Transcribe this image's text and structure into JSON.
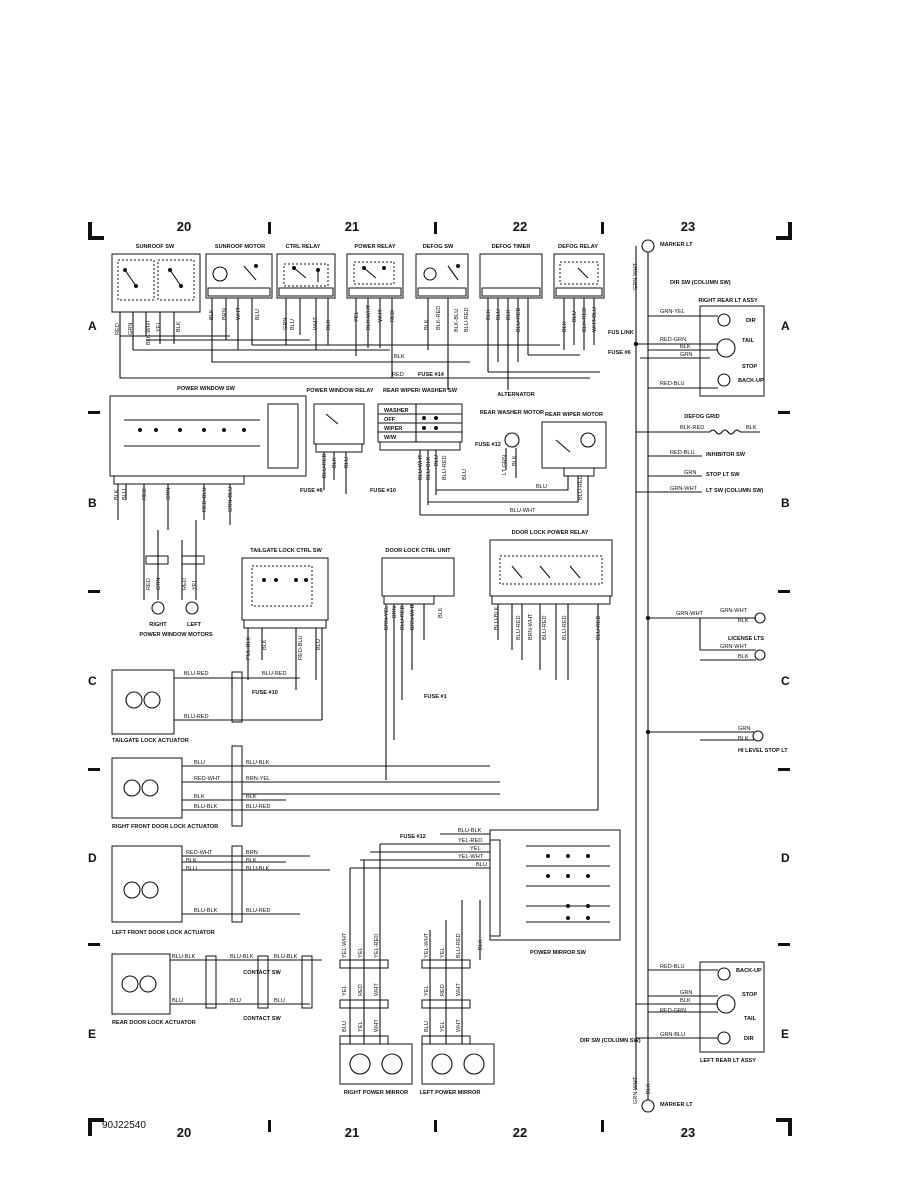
{
  "grid": {
    "columns_top": [
      "20",
      "21",
      "22",
      "23"
    ],
    "columns_bottom": [
      "20",
      "21",
      "22",
      "23"
    ],
    "rows_left": [
      "A",
      "B",
      "C",
      "D",
      "E"
    ],
    "rows_right": [
      "A",
      "B",
      "C",
      "D",
      "E"
    ]
  },
  "figure_id": "90J22540",
  "components": {
    "sunroof_sw": "SUNROOF SW",
    "sunroof_motor": "SUNROOF MOTOR",
    "ctrl_relay": "CTRL RELAY",
    "power_relay": "POWER RELAY",
    "defog_sw": "DEFOG SW",
    "defog_timer": "DEFOG TIMER",
    "defog_relay": "DEFOG RELAY",
    "marker_lt_top": "MARKER LT",
    "dir_sw_top": "DIR SW (COLUMN SW)",
    "right_rear_lt_assy": "RIGHT REAR LT ASSY",
    "fus_link": "FUS LINK",
    "fuse_6_top": "FUSE #6",
    "fuse_14": "FUSE #14",
    "alternator": "ALTERNATOR",
    "power_window_sw": "POWER WINDOW SW",
    "power_window_relay": "POWER WINDOW RELAY",
    "rear_wiper_washer_sw": "REAR WIPER/ WASHER SW",
    "rear_washer_motor": "REAR WASHER MOTOR",
    "rear_wiper_motor": "REAR WIPER MOTOR",
    "fuse_12_b": "FUSE #12",
    "fuse_6_b": "FUSE #6",
    "fuse_10_b": "FUSE #10",
    "defog_grid": "DEFOG GRID",
    "inhibitor_sw": "INHIBITOR SW",
    "stop_lt_sw": "STOP LT SW",
    "lt_sw": "LT SW (COLUMN SW)",
    "power_window_motors": "POWER WINDOW MOTORS",
    "right": "RIGHT",
    "left": "LEFT",
    "tailgate_lock_ctrl_sw": "TAILGATE LOCK CTRL SW",
    "door_lock_ctrl_unit": "DOOR LOCK CTRL UNIT",
    "door_lock_power_relay": "DOOR LOCK POWER RELAY",
    "license_lts": "LICENSE LTS",
    "tailgate_lock_actuator": "TAILGATE LOCK ACTUATOR",
    "fuse_10_c": "FUSE #10",
    "fuse_1": "FUSE #1",
    "hi_level_stop_lt": "HI LEVEL STOP LT",
    "right_front_door_lock_actuator": "RIGHT FRONT DOOR LOCK ACTUATOR",
    "left_front_door_lock_actuator": "LEFT FRONT DOOR LOCK ACTUATOR",
    "fuse_12_d": "FUSE #12",
    "power_mirror_sw": "POWER MIRROR SW",
    "rear_door_lock_actuator": "REAR DOOR LOCK ACTUATOR",
    "contact_sw_1": "CONTACT SW",
    "contact_sw_2": "CONTACT SW",
    "left_rear_lt_assy": "LEFT REAR LT ASSY",
    "dir_sw_bottom": "DIR SW (COLUMN SW)",
    "marker_lt_bottom": "MARKER LT",
    "right_power_mirror": "RIGHT POWER MIRROR",
    "left_power_mirror": "LEFT POWER MIRROR"
  },
  "washer_sw_positions": [
    "WASHER",
    "OFF",
    "WIPER",
    "W/W"
  ],
  "lamp_labels_top": [
    "DIR",
    "TAIL",
    "STOP",
    "BACK-UP"
  ],
  "lamp_labels_bottom": [
    "BACK-UP",
    "STOP",
    "TAIL",
    "DIR"
  ],
  "wires": {
    "sunroof": [
      "RED",
      "GRN",
      "BLK-WHT",
      "YEL",
      "BLK"
    ],
    "motor": [
      "BLK",
      "BRN",
      "WHT",
      "BLU"
    ],
    "ctrl": [
      "GRN",
      "BLU",
      "WHT",
      "BLK"
    ],
    "power": [
      "YEL",
      "BLK-WHT",
      "WHT",
      "RED"
    ],
    "defog_sw": [
      "BLK",
      "BLK-RED"
    ],
    "timer": [
      "BLK-BLU",
      "BLU-RED",
      "BLK",
      "BLU",
      "BLK",
      "BLU-RED"
    ],
    "defog_relay": [
      "BLK",
      "BLU",
      "BLK-RED",
      "WHT-BLU"
    ],
    "red_blk": [
      "RED",
      "BLK"
    ],
    "rear_lt_top": [
      "GRN-YEL",
      "RED-GRN",
      "BLK",
      "GRN",
      "RED-BLU"
    ],
    "grn_wht_vert": "GRN-WHT",
    "pw_sw": [
      "BLK",
      "BLU",
      "RED",
      "GRN",
      "RED-BLU",
      "GRN-BLU"
    ],
    "pw_relay": [
      "BLU-RED",
      "BLK",
      "BLU"
    ],
    "wiper": [
      "BLU-WHT",
      "BLU-BLK",
      "BLU",
      "BLU-RED",
      "BLU",
      "LT GRN",
      "BLK"
    ],
    "rear_wiper_motor": [
      "BLU",
      "BLU-RED",
      "BLU-WHT"
    ],
    "defog_grid": [
      "BLK-RED",
      "BLK"
    ],
    "inhibitor": "RED-BLU",
    "stop": "GRN",
    "ltsw": "GRN-WHT",
    "motor_conn": [
      "RED",
      "GRN",
      "RED",
      "YEL"
    ],
    "tailgate_sw": [
      "PUL-BLK",
      "BLK",
      "RED-BLU",
      "BLU"
    ],
    "ctrl_unit": [
      "BRN-YEL",
      "BRN",
      "BLU-RED",
      "BRN-WHT",
      "BLK"
    ],
    "relay_dl": [
      "BLU-BLK",
      "BLU-RED",
      "BRN-WHT",
      "BLU-RED",
      "BLU-RED",
      "BLU-RED"
    ],
    "license": [
      "GRN-WHT",
      "GRN-WHT",
      "BLK",
      "GRN-WHT",
      "BLK"
    ],
    "tailgate_act": [
      "BLU-RED",
      "BLU-RED",
      "BLU-RED"
    ],
    "hi_level": [
      "GRN",
      "BLK"
    ],
    "rf_door": [
      "BLU",
      "RED-WHT",
      "BLK",
      "BLU-BLK",
      "BLU-BLK",
      "BRN-YEL",
      "BLK",
      "BLU-RED"
    ],
    "lf_door": [
      "RED-WHT",
      "BLK",
      "BLU",
      "BRN",
      "BLK",
      "BLU-BLK",
      "BLU-BLK",
      "BLU-RED"
    ],
    "mirror_sw": [
      "BLU-BLK",
      "YEL-RED",
      "YEL",
      "YEL-WHT",
      "BLU",
      "BLK"
    ],
    "rear_door": [
      "BLU-BLK",
      "BLU-BLK",
      "BLU-BLK",
      "BLU",
      "BLU",
      "BLU"
    ],
    "rmirror": [
      "YEL-WHT",
      "YEL",
      "YEL-RED",
      "YEL",
      "RED",
      "WHT",
      "BLU",
      "YEL",
      "WHT"
    ],
    "lmirror": [
      "YEL-WHT",
      "YEL",
      "BLU-RED",
      "YEL",
      "RED",
      "WHT",
      "BLU",
      "YEL",
      "WHT"
    ],
    "rear_lt_bottom": [
      "RED-BLU",
      "GRN",
      "BLK",
      "RED-GRN",
      "GRN-BLU"
    ],
    "marker_bottom": [
      "GRN-WHT",
      "BLK"
    ]
  }
}
